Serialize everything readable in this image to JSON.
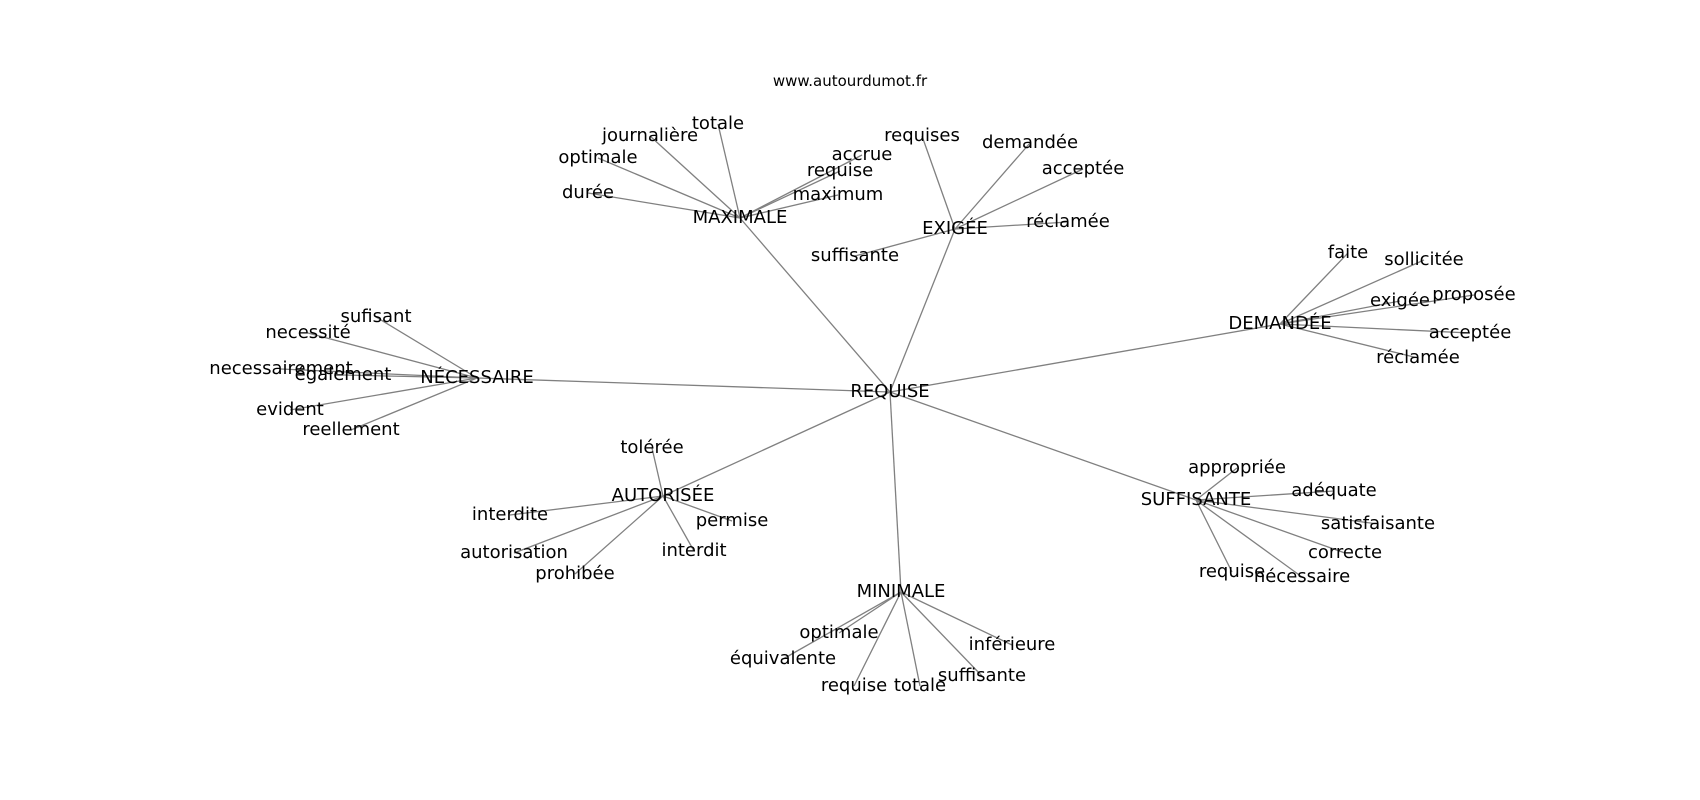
{
  "source": "www.autourdumot.fr",
  "graph": {
    "center": "REQUISE",
    "clusters": [
      {
        "hub": "MAXIMALE",
        "words": [
          "totale",
          "journalière",
          "optimale",
          "durée",
          "accrue",
          "requise",
          "maximum"
        ]
      },
      {
        "hub": "EXIGÉE",
        "words": [
          "requises",
          "demandée",
          "acceptée",
          "réclamée",
          "suffisante"
        ]
      },
      {
        "hub": "DEMANDÉE",
        "words": [
          "faite",
          "sollicitée",
          "exigée",
          "proposée",
          "acceptée",
          "réclamée"
        ]
      },
      {
        "hub": "NÉCESSAIRE",
        "words": [
          "sufisant",
          "necessité",
          "necessairement",
          "également",
          "evident",
          "reellement"
        ]
      },
      {
        "hub": "AUTORISÉE",
        "words": [
          "tolérée",
          "interdite",
          "permise",
          "autorisation",
          "interdit",
          "prohibée"
        ]
      },
      {
        "hub": "SUFFISANTE",
        "words": [
          "appropriée",
          "adéquate",
          "satisfaisante",
          "correcte",
          "requise",
          "nécessaire"
        ]
      },
      {
        "hub": "MINIMALE",
        "words": [
          "optimale",
          "équivalente",
          "inférieure",
          "requise",
          "totale",
          "suffisante"
        ]
      }
    ]
  }
}
